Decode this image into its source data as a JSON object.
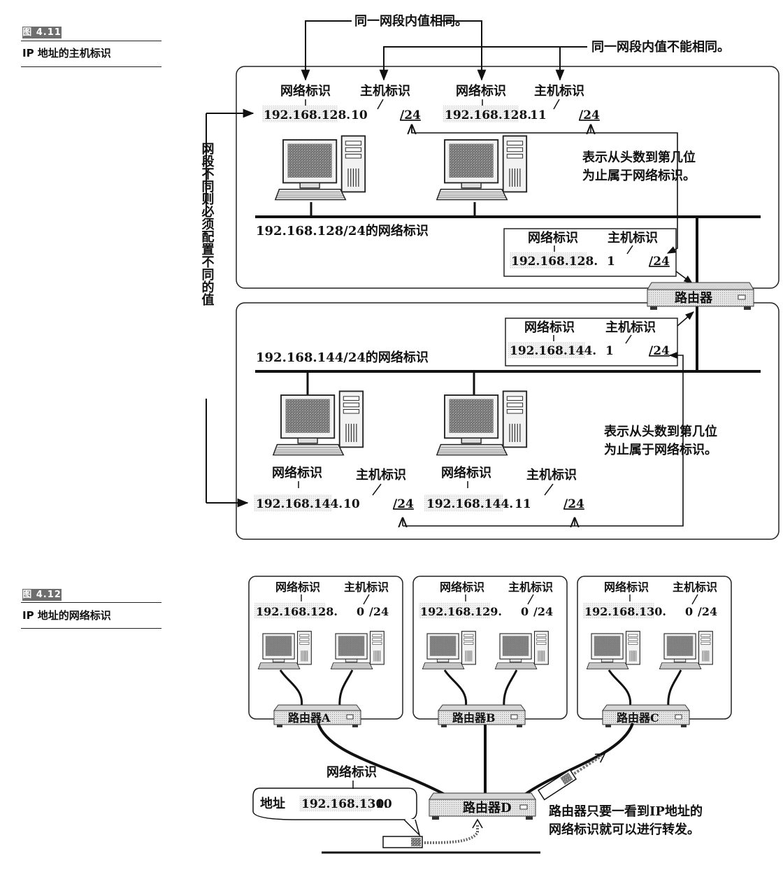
{
  "fig11": {
    "number": "图 4.11",
    "caption": "IP 地址的主机标识",
    "note_same": "同一网段内值相同。",
    "note_diff": "同一网段内值不能相同。",
    "side_note": "网段不同则必须配置不同的值",
    "prefix_note": [
      "表示从头数到第几位",
      "为止属于网络标识。"
    ],
    "router": "路由器",
    "net_label": "网络标识",
    "host_label": "主机标识",
    "prefix": "/24",
    "upper": {
      "segment": "192.168.128/24的网络标识",
      "pc1": {
        "net": "192.168.128.",
        "host": "10"
      },
      "pc2": {
        "net": "192.168.128.",
        "host": "11"
      },
      "router_if": {
        "net": "192.168.128.",
        "host": "1"
      }
    },
    "lower": {
      "segment": "192.168.144/24的网络标识",
      "pc1": {
        "net": "192.168.144.",
        "host": "10"
      },
      "pc2": {
        "net": "192.168.144.",
        "host": "11"
      },
      "router_if": {
        "net": "192.168.144.",
        "host": "1"
      }
    }
  },
  "fig12": {
    "number": "图 4.12",
    "caption": "IP 地址的网络标识",
    "net_label": "网络标识",
    "host_label": "主机标识",
    "networks": [
      {
        "net": "192.168.128.",
        "host": "0",
        "prefix": "/24",
        "router": "路由器A"
      },
      {
        "net": "192.168.129.",
        "host": "0",
        "prefix": "/24",
        "router": "路由器B"
      },
      {
        "net": "192.168.130.",
        "host": "0",
        "prefix": "/24",
        "router": "路由器C"
      }
    ],
    "router_d": "路由器D",
    "address_label": "地址",
    "address_net": "192.168.130.",
    "address_host": "10",
    "forward_note": [
      "路由器只要一看到IP地址的",
      "网络标识就可以进行转发。"
    ]
  }
}
